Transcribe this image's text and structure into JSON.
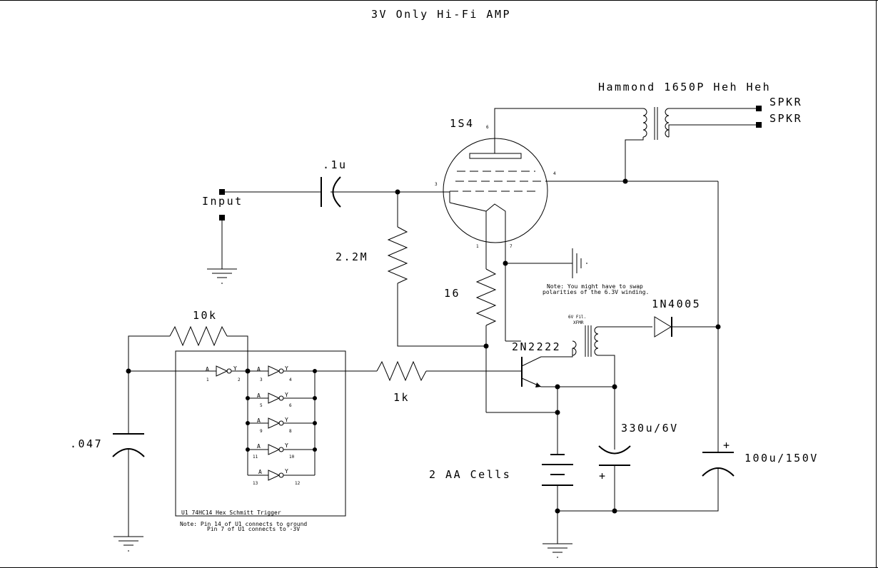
{
  "title": "3V Only Hi-Fi AMP",
  "labels": {
    "transformer": "Hammond 1650P Heh Heh",
    "spkr_a": "SPKR",
    "spkr_b": "SPKR",
    "tube": "1S4",
    "input_cap": ".1u",
    "input": "Input",
    "grid_res": "2.2M",
    "fil_res": "16",
    "note_polarity_1": "Note: You might have to swap",
    "note_polarity_2": "polarities of the 6.3V winding.",
    "diode": "1N4005",
    "fil_xfmr_1": "6V Fil.",
    "fil_xfmr_2": "XFMR",
    "transistor": "2N2222",
    "fb_res": "10k",
    "base_res": "1k",
    "timing_cap": ".047",
    "cap_330": "330u/6V",
    "cap_100": "100u/150V",
    "battery": "2 AA Cells",
    "ic_label": "U1 74HC14 Hex Schmitt Trigger",
    "note_ic_1": "Note: Pin 14 of U1 connects to ground",
    "note_ic_2": "Pin 7 of U1 connects to -3V"
  },
  "tube_pins": {
    "p6": "6",
    "p3": "3",
    "p4": "4",
    "p1": "1",
    "p7": "7"
  },
  "gates": [
    {
      "in_label": "A",
      "out_label": "Y",
      "in_pin": "1",
      "out_pin": "2"
    },
    {
      "in_label": "A",
      "out_label": "Y",
      "in_pin": "3",
      "out_pin": "4"
    },
    {
      "in_label": "A",
      "out_label": "Y",
      "in_pin": "5",
      "out_pin": "6"
    },
    {
      "in_label": "A",
      "out_label": "Y",
      "in_pin": "9",
      "out_pin": "8"
    },
    {
      "in_label": "A",
      "out_label": "Y",
      "in_pin": "11",
      "out_pin": "10"
    },
    {
      "in_label": "A",
      "out_label": "Y",
      "in_pin": "13",
      "out_pin": "12"
    }
  ]
}
